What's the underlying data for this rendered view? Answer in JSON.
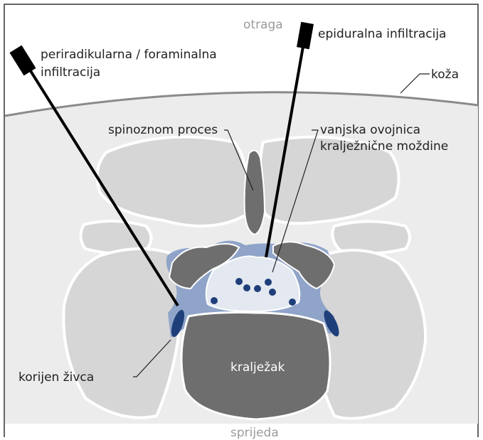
{
  "orientation": {
    "top": "otraga",
    "bottom": "sprijeda"
  },
  "labels": {
    "periradicular_line1": "periradikularna / foraminalna",
    "periradicular_line2": "infiltracija",
    "epidural": "epiduralna infiltracija",
    "skin": "koža",
    "spinous_process": "spinoznom proces",
    "dura_line1": "vanjska ovojnica",
    "dura_line2": "kralježnične moždine",
    "nerve_root": "korijen živca",
    "vertebral_body": "kralježak"
  },
  "colors": {
    "bone_light": "#d6d6d6",
    "bone_dark": "#6e6e6e",
    "soft_tissue": "#ececec",
    "epidural_space": "#8fa4c8",
    "dural_sac": "#e4e9f1",
    "nerve": "#1f3f7a",
    "needle": "#000000",
    "frame": "#333333"
  },
  "icons": {
    "needle_left": "needle-icon",
    "needle_right": "needle-icon"
  }
}
